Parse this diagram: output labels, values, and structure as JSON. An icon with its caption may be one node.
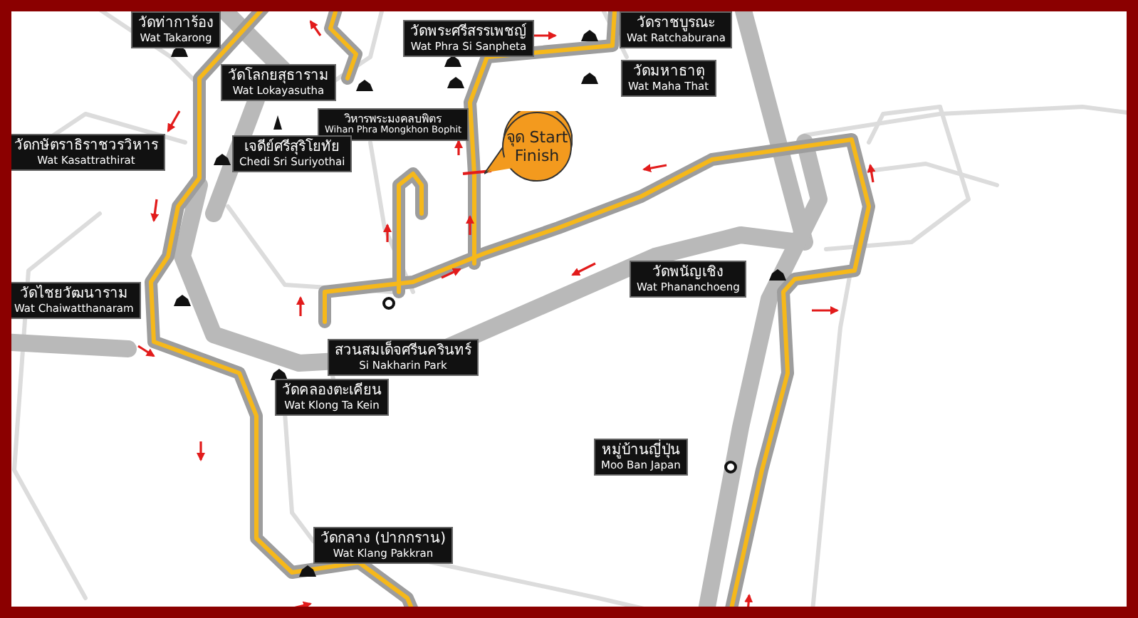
{
  "diagram": {
    "nodes": [
      {
        "text": [
          "วัดท่าการ้อง",
          "Wat Takarong"
        ]
      },
      {
        "text": [
          "วัดพระศรีสรรเพชญ์",
          "Wat Phra Si Sanpheta"
        ]
      },
      {
        "text": [
          "วัดราชบูรณะ",
          "Wat Ratchaburana"
        ]
      },
      {
        "text": [
          "วัดโลกยสุธาราม",
          "Wat Lokayasutha"
        ]
      },
      {
        "text": [
          "วัดมหาธาตุ",
          "Wat Maha That"
        ]
      },
      {
        "text": [
          "วิหารพระมงคลบพิตร",
          "Wihan Phra Mongkhon Bophit"
        ]
      },
      {
        "text": [
          "วัดกษัตราธิราชวรวิหาร",
          "Wat Kasattrathirat"
        ]
      },
      {
        "text": [
          "เจดีย์ศรีสุริโยทัย",
          "Chedi Sri Suriyothai"
        ]
      },
      {
        "text": [
          "จุด Start Finish"
        ]
      },
      {
        "text": [
          "วัดไชยวัฒนาราม",
          "Wat Chaiwatthanaram"
        ]
      },
      {
        "text": [
          "สวนสมเด็จศรีนครินทร์",
          "Si Nakharin Park"
        ]
      },
      {
        "text": [
          "วัดคลองตะเคียน",
          "Wat Klong Ta Kein"
        ]
      },
      {
        "text": [
          "วัดพนัญเชิง",
          "Wat Phananchoeng"
        ]
      },
      {
        "text": [
          "หมู่บ้านญี่ปุ่น",
          "Moo Ban Japan"
        ]
      },
      {
        "text": [
          "วัดกลาง (ปากกราน)",
          "Wat Klang Pakkran"
        ]
      }
    ]
  }
}
